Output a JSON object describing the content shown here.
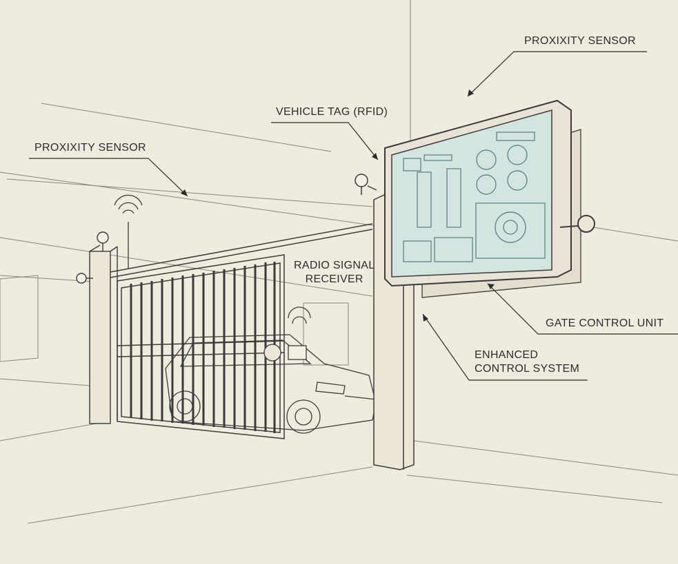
{
  "labels": {
    "proximity_sensor_left": "PROXIXITY SENSOR",
    "proximity_sensor_right": "PROXIXITY SENSOR",
    "vehicle_tag": "VEHICLE TAG (RFID)",
    "radio_receiver_line1": "RADIO SIGNAL",
    "radio_receiver_line2": "RECEIVER",
    "gate_control_unit": "GATE CONTROL UNIT",
    "enhanced_line1": "ENHANCED",
    "enhanced_line2": "CONTROL SYSTEM"
  },
  "colors": {
    "paper": "#efebdf",
    "ink": "#3a3a3a",
    "screen": "#cfe3df",
    "screen_dark": "#9fbdb8"
  }
}
